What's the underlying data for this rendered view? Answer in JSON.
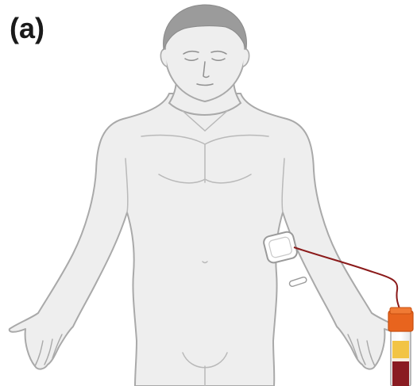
{
  "panel": {
    "label": "(a)"
  },
  "figure": {
    "subject": "human-body-outline",
    "attached_device": "blood-collection-tube",
    "colors": {
      "body_fill": "#eeeeee",
      "body_stroke": "#a9a9a9",
      "hair": "#9b9b9b",
      "tube_line": "#8b1a1a",
      "tube_cap": "#e8641e",
      "plasma_layer": "#f2c445",
      "blood_layer": "#8a1c22",
      "patch_fill": "#ffffff"
    }
  }
}
